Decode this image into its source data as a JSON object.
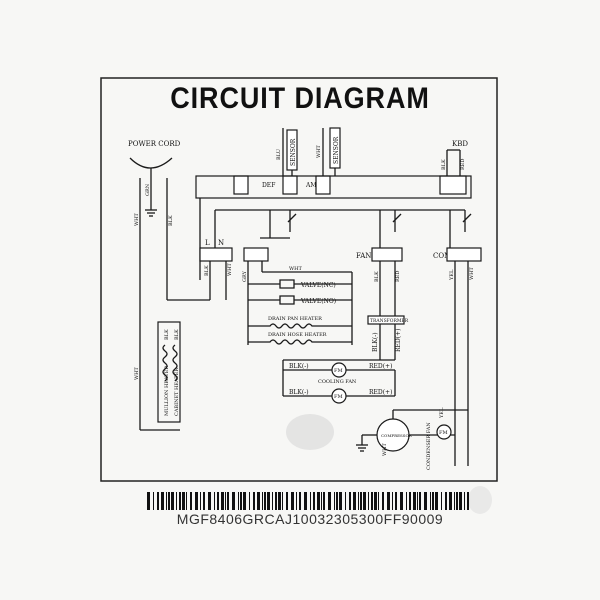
{
  "title": "CIRCUIT DIAGRAM",
  "labels": {
    "power_cord": "POWER CORD",
    "grn": "GRN",
    "wht": "WHT",
    "blk": "BLK",
    "blu": "BLU",
    "yel": "YEL",
    "red": "RED",
    "gry": "GRY",
    "def": "DEF",
    "amb": "AMB",
    "kbd": "KBD",
    "sensor1": "SENSOR",
    "sensor2": "SENSOR",
    "l": "L",
    "n": "N",
    "fan": "FAN",
    "comp": "COMP",
    "valve_nc": "VALVE(NC)",
    "valve_no": "VALVE(NO)",
    "drain_pan_heater": "DRAIN PAN HEATER",
    "drain_hose_heater": "DRAIN HOSE HEATER",
    "transformer": "TRANSFORMER",
    "blk_minus": "BLK(-)",
    "red_plus": "RED(+)",
    "fm": "FM",
    "cooling_fan": "COOLING FAN",
    "compressor": "COMPRESSOR",
    "condenser_fan": "CONDENSER FAN",
    "mullion_heater": "MULLION HEATER",
    "cabinet_heater": "CABINET HEATER"
  },
  "barcode": "MGF8406GRCAJ10032305300FF90009"
}
